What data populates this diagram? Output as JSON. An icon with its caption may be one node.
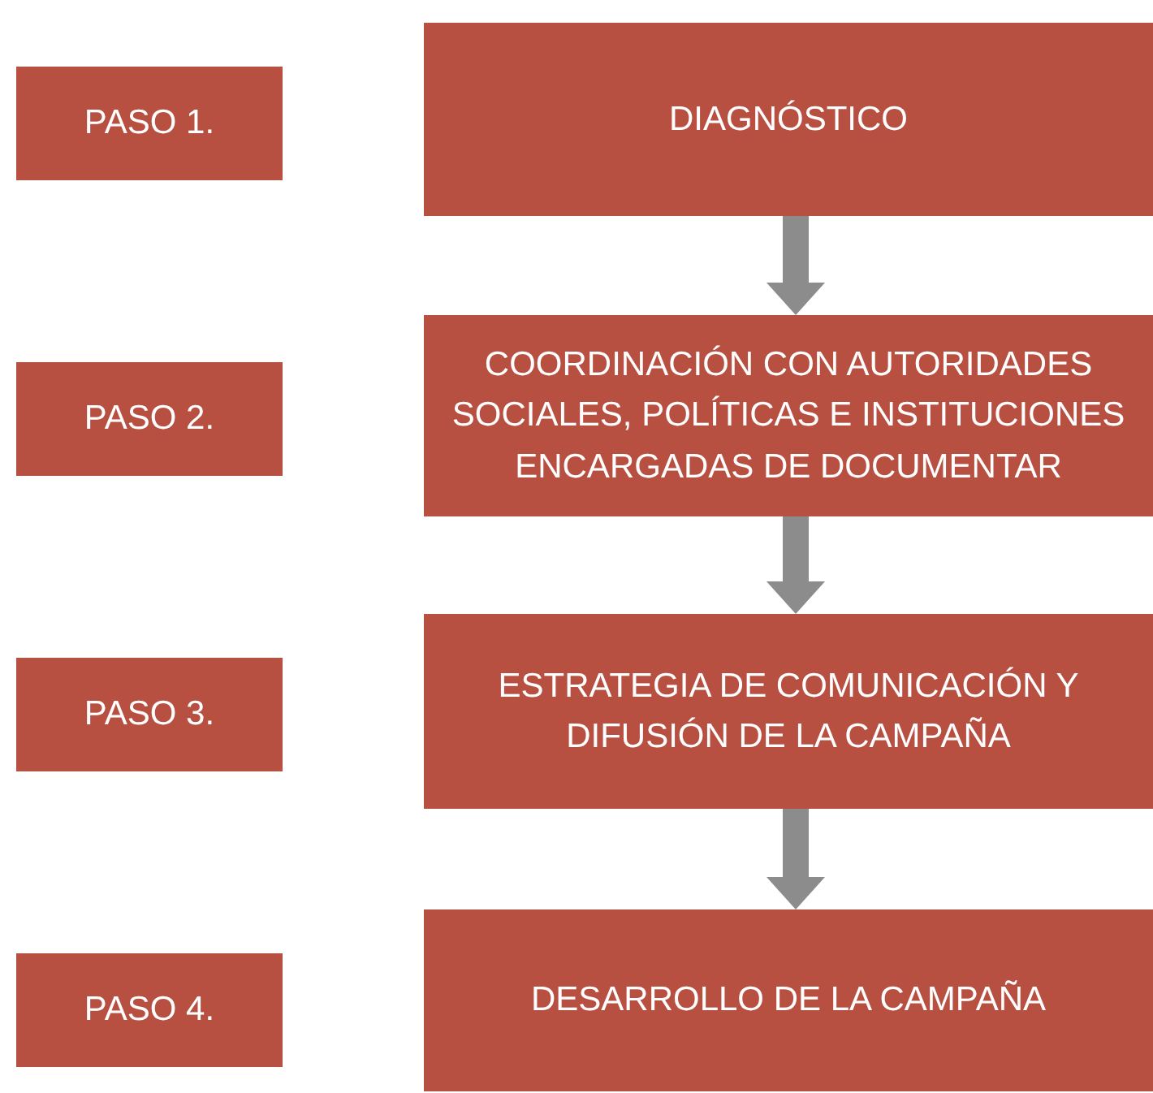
{
  "diagram": {
    "nodes": [
      {
        "text": [
          "PASO 1."
        ]
      },
      {
        "text": [
          "DIAGNÓSTICO"
        ]
      },
      {
        "text": [
          "PASO 2."
        ]
      },
      {
        "text": [
          "COORDINACIÓN CON AUTORIDADES SOCIALES, POLÍTICAS E INSTITUCIONES ENCARGADAS DE DOCUMENTAR"
        ]
      },
      {
        "text": [
          "PASO 3."
        ]
      },
      {
        "text": [
          "ESTRATEGIA DE COMUNICACIÓN Y DIFUSIÓN DE LA CAMPAÑA"
        ]
      },
      {
        "text": [
          "PASO 4."
        ]
      },
      {
        "text": [
          "DESARROLLO DE LA CAMPAÑA"
        ]
      }
    ],
    "edges": [
      {
        "from": 1,
        "to": 3,
        "arrow": "to"
      },
      {
        "from": 3,
        "to": 5,
        "arrow": "to"
      },
      {
        "from": 5,
        "to": 7,
        "arrow": "to"
      }
    ]
  }
}
